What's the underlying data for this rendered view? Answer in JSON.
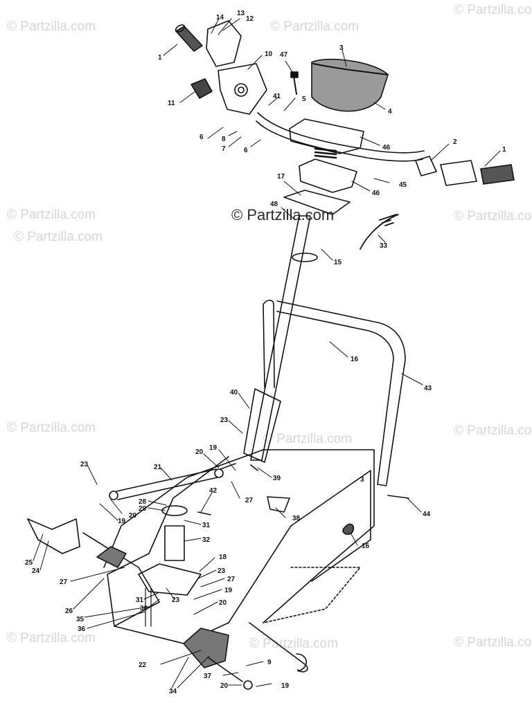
{
  "watermark": {
    "text": "© Partzilla.com",
    "center_text": "© Partzilla.com"
  },
  "callouts": [
    {
      "id": "c1a",
      "label": "1"
    },
    {
      "id": "c14",
      "label": "14"
    },
    {
      "id": "c13",
      "label": "13"
    },
    {
      "id": "c12",
      "label": "12"
    },
    {
      "id": "c10",
      "label": "10"
    },
    {
      "id": "c47",
      "label": "47"
    },
    {
      "id": "c3",
      "label": "3"
    },
    {
      "id": "c11",
      "label": "11"
    },
    {
      "id": "c41",
      "label": "41"
    },
    {
      "id": "c5",
      "label": "5"
    },
    {
      "id": "c4",
      "label": "4"
    },
    {
      "id": "c6a",
      "label": "6"
    },
    {
      "id": "c8",
      "label": "8"
    },
    {
      "id": "c7",
      "label": "7"
    },
    {
      "id": "c6b",
      "label": "6"
    },
    {
      "id": "c46a",
      "label": "46"
    },
    {
      "id": "c2",
      "label": "2"
    },
    {
      "id": "c1b",
      "label": "1"
    },
    {
      "id": "c17",
      "label": "17"
    },
    {
      "id": "c46b",
      "label": "46"
    },
    {
      "id": "c45",
      "label": "45"
    },
    {
      "id": "c48",
      "label": "48"
    },
    {
      "id": "c33",
      "label": "33"
    },
    {
      "id": "c15",
      "label": "15"
    },
    {
      "id": "c16a",
      "label": "16"
    },
    {
      "id": "c43",
      "label": "43"
    },
    {
      "id": "c40",
      "label": "40"
    },
    {
      "id": "c23a",
      "label": "23"
    },
    {
      "id": "c19a",
      "label": "19"
    },
    {
      "id": "c20a",
      "label": "20"
    },
    {
      "id": "c39",
      "label": "39"
    },
    {
      "id": "c21",
      "label": "21"
    },
    {
      "id": "c23b",
      "label": "23"
    },
    {
      "id": "c27a",
      "label": "27"
    },
    {
      "id": "c42",
      "label": "42"
    },
    {
      "id": "c20b",
      "label": "20"
    },
    {
      "id": "c19b",
      "label": "19"
    },
    {
      "id": "c28",
      "label": "28"
    },
    {
      "id": "c29",
      "label": "29"
    },
    {
      "id": "c31a",
      "label": "31"
    },
    {
      "id": "c38",
      "label": "38"
    },
    {
      "id": "c44",
      "label": "44"
    },
    {
      "id": "c32",
      "label": "32"
    },
    {
      "id": "c16b",
      "label": "16"
    },
    {
      "id": "c25",
      "label": "25"
    },
    {
      "id": "c24",
      "label": "24"
    },
    {
      "id": "c18",
      "label": "18"
    },
    {
      "id": "c27b",
      "label": "27"
    },
    {
      "id": "c23c",
      "label": "23"
    },
    {
      "id": "c27c",
      "label": "27"
    },
    {
      "id": "c19c",
      "label": "19"
    },
    {
      "id": "c31b",
      "label": "31"
    },
    {
      "id": "c23d",
      "label": "23"
    },
    {
      "id": "c20c",
      "label": "20"
    },
    {
      "id": "c26",
      "label": "26"
    },
    {
      "id": "c30",
      "label": "30"
    },
    {
      "id": "c35",
      "label": "35"
    },
    {
      "id": "c36",
      "label": "36"
    },
    {
      "id": "c9",
      "label": "9"
    },
    {
      "id": "c22",
      "label": "22"
    },
    {
      "id": "c37",
      "label": "37"
    },
    {
      "id": "c20d",
      "label": "20"
    },
    {
      "id": "c19d",
      "label": "19"
    },
    {
      "id": "c34",
      "label": "34"
    },
    {
      "id": "c3b",
      "label": "3"
    }
  ]
}
